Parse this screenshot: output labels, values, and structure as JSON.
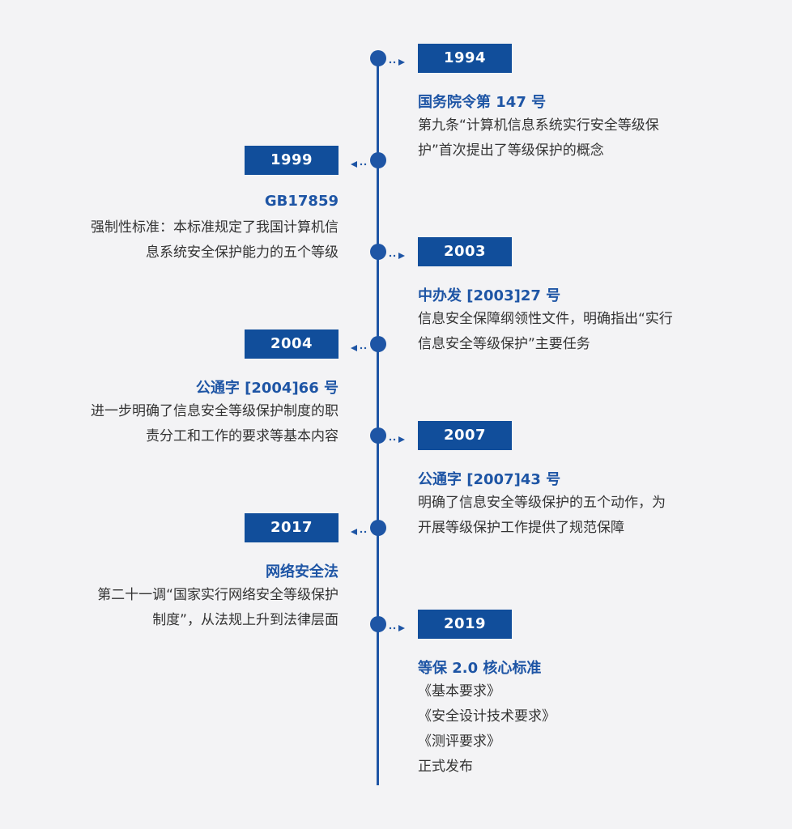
{
  "timeline": {
    "entries": [
      {
        "year": "1994",
        "side": "right",
        "title": "国务院令第 147 号",
        "lines": [
          "第九条“计算机信息系统实行安全等级保",
          "护”首次提出了等级保护的概念"
        ]
      },
      {
        "year": "1999",
        "side": "left",
        "title": "GB17859",
        "lines": [
          "强制性标准：本标准规定了我国计算机信",
          "息系统安全保护能力的五个等级"
        ]
      },
      {
        "year": "2003",
        "side": "right",
        "title": "中办发 [2003]27 号",
        "lines": [
          "信息安全保障纲领性文件，明确指出“实行",
          "信息安全等级保护”主要任务"
        ]
      },
      {
        "year": "2004",
        "side": "left",
        "title": "公通字 [2004]66 号",
        "lines": [
          "进一步明确了信息安全等级保护制度的职",
          "责分工和工作的要求等基本内容"
        ]
      },
      {
        "year": "2007",
        "side": "right",
        "title": "公通字 [2007]43 号",
        "lines": [
          "明确了信息安全等级保护的五个动作，为",
          "开展等级保护工作提供了规范保障"
        ]
      },
      {
        "year": "2017",
        "side": "left",
        "title": "网络安全法",
        "lines": [
          "第二十一调“国家实行网络安全等级保护",
          "制度”，从法规上升到法律层面"
        ]
      },
      {
        "year": "2019",
        "side": "right",
        "title": "等保 2.0 核心标准",
        "lines": [
          "《基本要求》",
          "《安全设计技术要求》",
          "《测评要求》",
          "正式发布"
        ]
      }
    ]
  },
  "colors": {
    "accent": "#1e55a5",
    "year_box": "#114e9b",
    "text": "#333333",
    "background": "#f3f3f5"
  },
  "icons": {
    "node": "filled-circle",
    "connector": "dotted-arrow"
  }
}
